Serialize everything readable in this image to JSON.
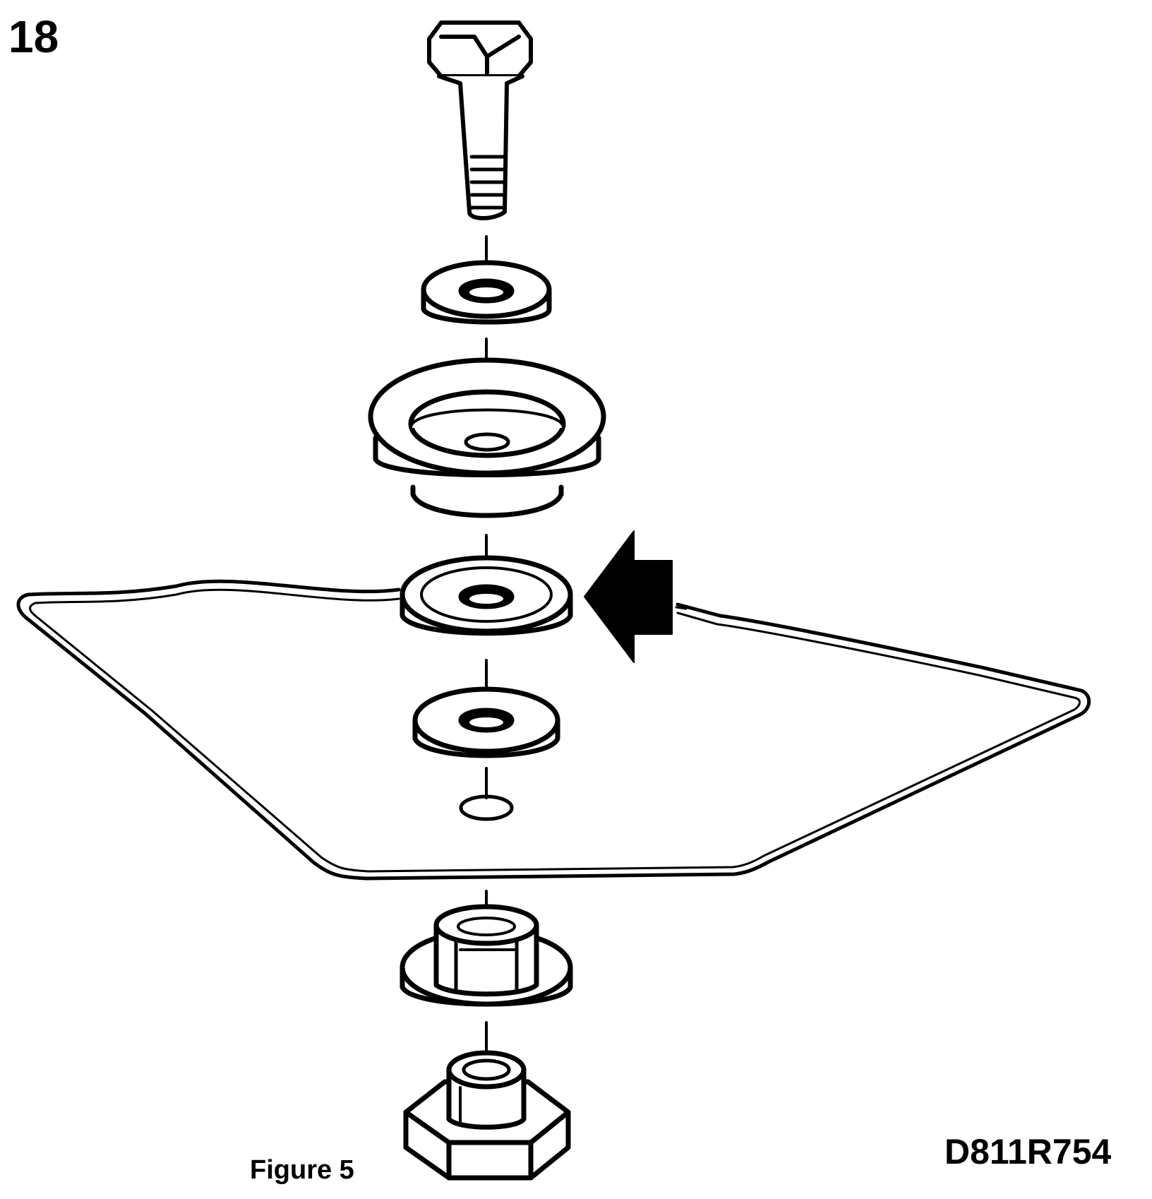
{
  "step_number": "18",
  "figure_caption": "Figure 5",
  "drawing_code": "D811R754",
  "colors": {
    "ink": "#000000",
    "paper": "#ffffff"
  }
}
